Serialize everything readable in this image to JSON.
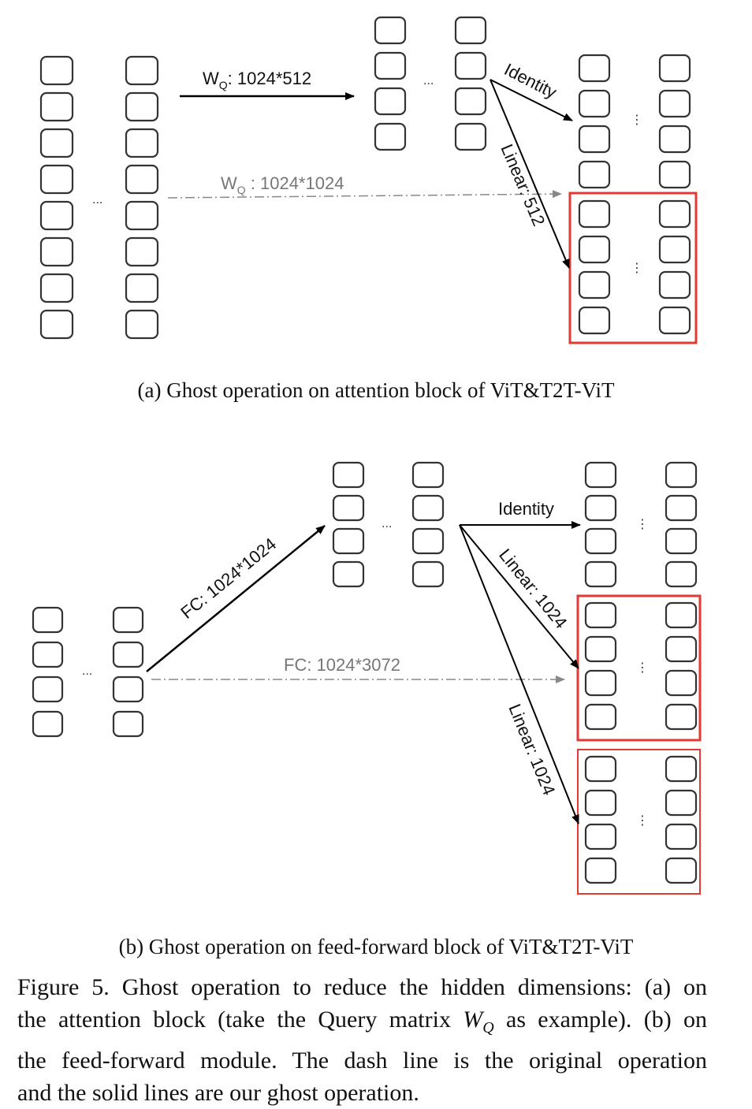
{
  "panel_a": {
    "label_wq_ghost_main": "W",
    "label_wq_ghost_sub": "Q",
    "label_wq_ghost_rest": ": 1024*512",
    "label_wq_orig_main": "W",
    "label_wq_orig_sub": "Q",
    "label_wq_orig_rest": " : 1024*1024",
    "label_identity": "Identity",
    "label_linear": "Linear: 512",
    "ellipsis": "...",
    "vertical_ellipsis": "⋮",
    "subcaption": "(a)  Ghost operation on attention block of ViT&T2T-ViT"
  },
  "panel_b": {
    "label_fc_ghost": "FC: 1024*1024",
    "label_fc_orig": "FC: 1024*3072",
    "label_identity": "Identity",
    "label_linear_1": "Linear: 1024",
    "label_linear_2": "Linear: 1024",
    "ellipsis": "...",
    "vertical_ellipsis": "⋮",
    "subcaption": "(b)  Ghost operation on feed-forward block of ViT&T2T-ViT"
  },
  "caption": {
    "line1": "Figure 5. Ghost operation to reduce the hidden dimensions: (a) on",
    "line2_pre": "the attention block (take the Query matrix ",
    "line2_math_main": "W",
    "line2_math_sub": "Q",
    "line2_post": " as example). (b) on",
    "line3": "the feed-forward module.  The dash line is the original operation",
    "line4": "and the solid lines are our ghost operation."
  },
  "colors": {
    "box_stroke": "#333333",
    "highlight": "#e23a32",
    "arrow": "#000000",
    "dashed": "#888888",
    "dashed_text": "#777777"
  }
}
